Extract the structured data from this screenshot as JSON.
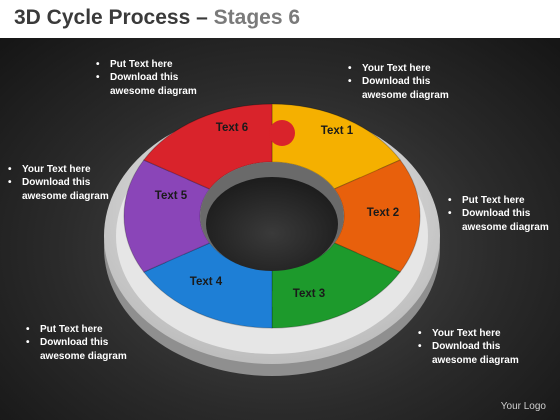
{
  "header": {
    "title_main": "3D Cycle Process –",
    "title_sub": "Stages 6"
  },
  "diagram": {
    "segments": [
      {
        "label": "Text 1",
        "color": "#f5b000"
      },
      {
        "label": "Text 2",
        "color": "#e8600c"
      },
      {
        "label": "Text 3",
        "color": "#1d9a2c"
      },
      {
        "label": "Text 4",
        "color": "#1e7fd6"
      },
      {
        "label": "Text 5",
        "color": "#8a45b8"
      },
      {
        "label": "Text 6",
        "color": "#d9232b"
      }
    ]
  },
  "callouts": [
    {
      "lines": [
        "Put Text here",
        "Download this",
        "awesome diagram"
      ]
    },
    {
      "lines": [
        "Your Text here",
        "Download this",
        "awesome diagram"
      ]
    },
    {
      "lines": [
        "Your Text  here",
        "Download this",
        "awesome diagram"
      ]
    },
    {
      "lines": [
        "Put Text here",
        "Download this",
        "awesome diagram"
      ]
    },
    {
      "lines": [
        "Put Text here",
        "Download this",
        "awesome diagram"
      ]
    },
    {
      "lines": [
        "Your Text here",
        "Download this",
        "awesome diagram"
      ]
    }
  ],
  "footer": {
    "logo": "Your Logo"
  }
}
